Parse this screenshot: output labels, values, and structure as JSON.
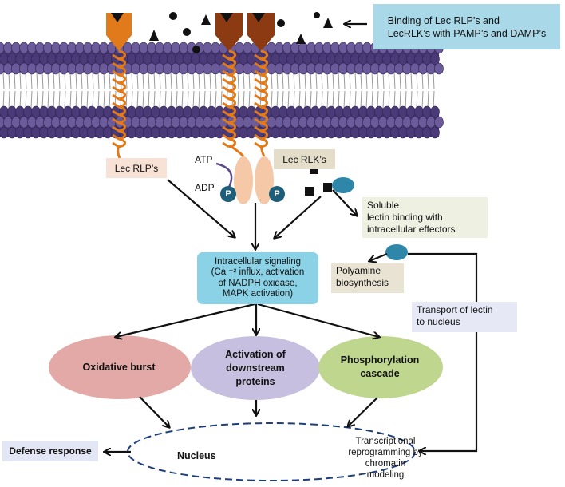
{
  "labels": {
    "binding": "Binding  of Lec RLP’s and\nLecRLK’s with PAMP’s  and DAMP’s",
    "lec_rlp": "Lec RLP’s",
    "lec_rlk": "Lec RLK’s",
    "atp": "ATP",
    "adp": "ADP",
    "p": "P",
    "soluble": "Soluble\nlectin binding with\nintracellular effectors",
    "signaling": "Intracellular  signaling\n(Ca ⁺² influx, activation\nof NADPH oxidase,\nMAPK activation)",
    "polyamine": "Polyamine\nbiosynthesis",
    "transport": "Transport of lectin\nto nucleus",
    "oxidative": "Oxidative burst",
    "activation": "Activation of\ndownstream\nproteins",
    "phosphorylation": "Phosphorylation\ncascade",
    "defense": "Defense response",
    "nucleus": "Nucleus",
    "transcriptional": "Transcriptional\nreprogramming by\nchromatin modeling"
  },
  "colors": {
    "membrane": "#4a3a78",
    "membrane_light": "#6b5b9a",
    "receptor_orange": "#e07a1a",
    "receptor_brown": "#8b3a12",
    "kinase": "#f5c8a8",
    "phospho": "#1d5e7a",
    "lectin": "#2e86a8",
    "oval_red": "#e2a9a6",
    "oval_purple": "#c6bfdf",
    "oval_green": "#bfd68f",
    "nucleus_border": "#1f3f7a"
  }
}
